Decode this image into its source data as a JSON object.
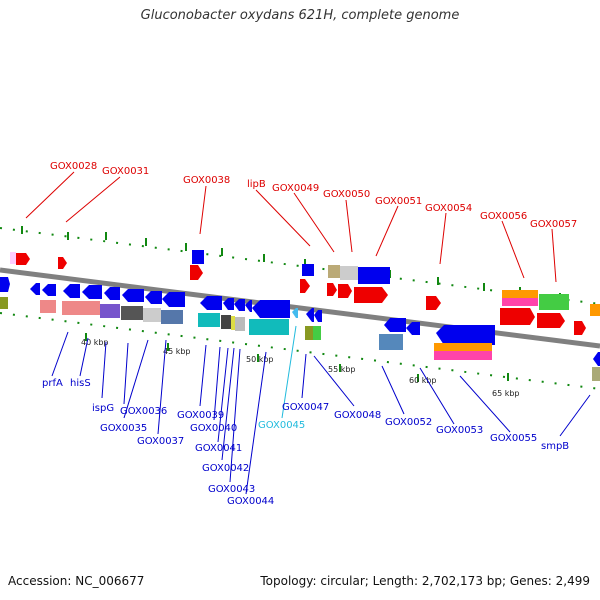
{
  "header": {
    "title": "Gluconobacter oxydans 621H, complete genome"
  },
  "footer": {
    "accession": "Accession: NC_006677",
    "summary": "Topology: circular; Length: 2,702,173 bp; Genes: 2,499"
  },
  "scale_labels": [
    "40 kbp",
    "45 kbp",
    "50 kbp",
    "55 kbp",
    "60 kbp",
    "65 kbp"
  ],
  "top_labels": [
    "GOX0028",
    "GOX0031",
    "GOX0038",
    "lipB",
    "GOX0049",
    "GOX0050",
    "GOX0051",
    "GOX0054",
    "GOX0056",
    "GOX0057"
  ],
  "bottom_labels": [
    "prfA",
    "hisS",
    "ispG",
    "GOX0036",
    "GOX0035",
    "GOX0037",
    "GOX0039",
    "GOX0040",
    "GOX0041",
    "GOX0042",
    "GOX0043",
    "GOX0044",
    "GOX0045",
    "GOX0047",
    "GOX0048",
    "GOX0052",
    "GOX0053",
    "GOX0055",
    "smpB"
  ],
  "colors": {
    "forward_label": "#dd0000",
    "reverse_label": "#0000cc",
    "highlight_label": "#22bbdd",
    "backbone": "#808080",
    "forward_gene": "#ee0000",
    "reverse_gene": "#0000ee",
    "ticks": "#118811"
  }
}
